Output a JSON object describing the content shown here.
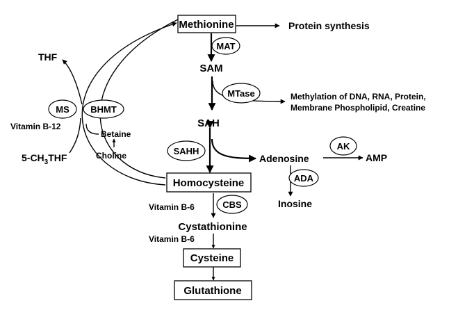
{
  "metabolites": {
    "methionine": "Methionine",
    "sam": "SAM",
    "sah": "SAH",
    "homocysteine": "Homocysteine",
    "cystathionine": "Cystathionine",
    "cysteine": "Cysteine",
    "glutathione": "Glutathione",
    "adenosine": "Adenosine",
    "amp": "AMP",
    "inosine": "Inosine",
    "thf": "THF",
    "methyl_thf_main": "5-CH",
    "methyl_thf_sub": "3",
    "methyl_thf_tail": "THF",
    "betaine": "Betaine",
    "choline": "Choline"
  },
  "enzymes": {
    "mat": "MAT",
    "mtase": "MTase",
    "sahh": "SAHH",
    "ak": "AK",
    "ada": "ADA",
    "cbs": "CBS",
    "ms": "MS",
    "bhmt": "BHMT"
  },
  "cofactors": {
    "b12": "Vitamin B-12",
    "b6_cbs": "Vitamin B-6",
    "b6_cystathionine": "Vitamin B-6"
  },
  "outputs": {
    "protein_synthesis": "Protein synthesis",
    "methylation_line1": "Methylation of DNA, RNA, Protein,",
    "methylation_line2": "Membrane Phospholipid, Creatine"
  }
}
